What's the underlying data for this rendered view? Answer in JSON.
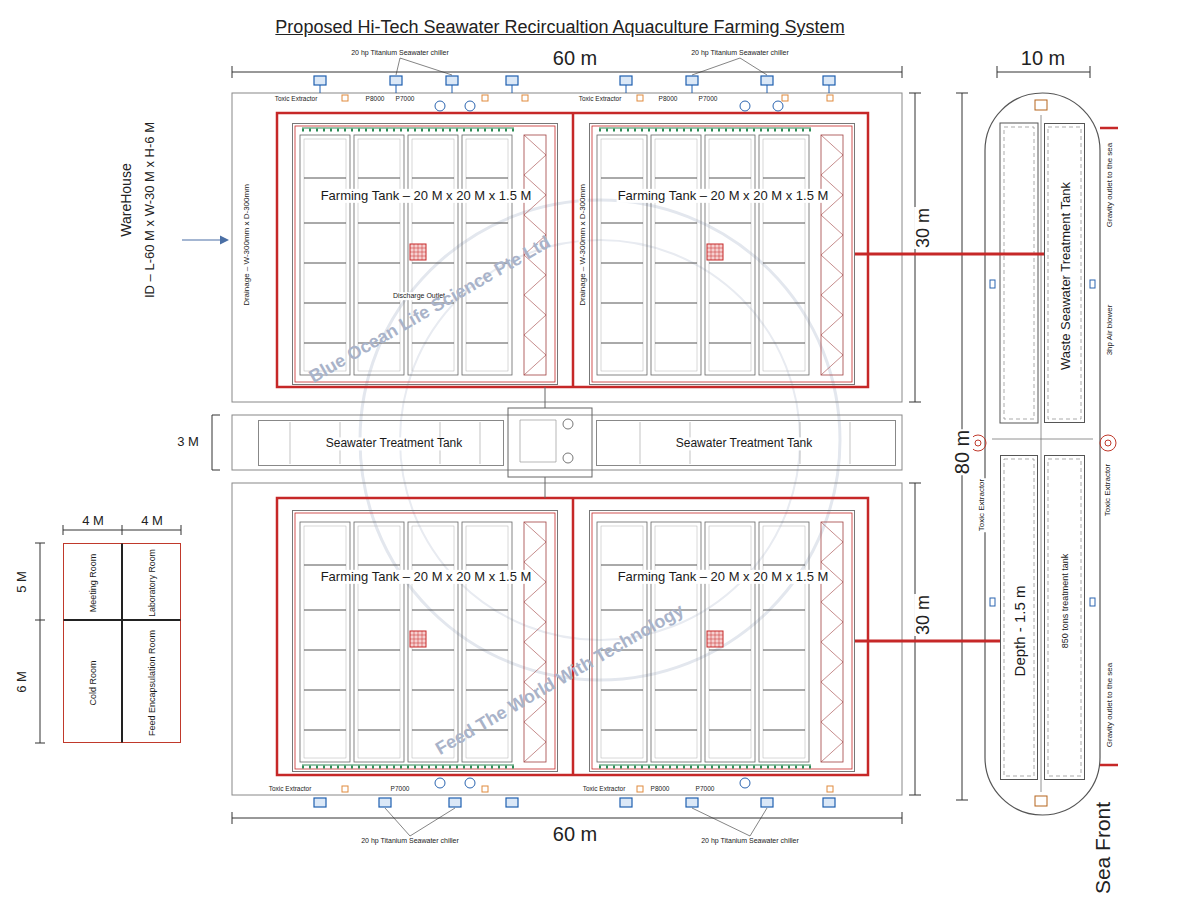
{
  "diagram": {
    "title": "Proposed Hi-Tech Seawater Recircualtion Aquaculture Farming System",
    "nodes": [
      {
        "text": [
          "Farming Tank – 20 M x 20 M x 1.5 M",
          "Discharge Outlet"
        ]
      },
      {
        "text": [
          "Farming Tank – 20 M x 20 M x 1.5 M"
        ]
      },
      {
        "text": [
          "Seawater Treatment Tank"
        ]
      },
      {
        "text": [
          "Seawater Treatment Tank"
        ]
      },
      {
        "text": [
          "Farming Tank – 20 M x 20 M x 1.5 M"
        ]
      },
      {
        "text": [
          "Farming Tank – 20 M x 20 M x 1.5 M"
        ]
      },
      {
        "text": [
          "Waste Seawater Treatment Tank"
        ]
      },
      {
        "text": [
          "Depth - 1.5 m"
        ]
      },
      {
        "text": [
          "850 tons treatment tank"
        ]
      },
      {
        "text": [
          "Meeting Room"
        ]
      },
      {
        "text": [
          "Laboratory Room"
        ]
      },
      {
        "text": [
          "Cold Room"
        ]
      },
      {
        "text": [
          "Feed Encapsulation Room"
        ]
      }
    ],
    "edges": [
      {
        "from": 1,
        "to": 6,
        "arrow": "none"
      },
      {
        "from": 5,
        "to": 7,
        "arrow": "none"
      }
    ],
    "labels": [
      "60 m",
      "20 hp Titanium Seawater chiller",
      "20 hp Titanium Seawater chiller",
      "Toxic Extractor",
      "P8000",
      "P7000",
      "Toxic Extractor",
      "P8000",
      "P7000",
      "WareHouse",
      "ID – L-60 M x W-30 M x H-6 M",
      "Drainage – W-300mm x D-300mm",
      "Drainage – W-300mm x D-300mm",
      "30 m",
      "3 M",
      "80 m",
      "30 m",
      "10 m",
      "Gravity outlet to the sea",
      "3hp Air blower",
      "Toxic Extractor",
      "Toxic Extractor",
      "Gravity outlet to the sea",
      "Sea Front",
      "4 M",
      "4 M",
      "5 M",
      "6 M",
      "Toxic Extractor",
      "P7000",
      "Toxic Extractor",
      "P8000",
      "P7000",
      "60 m",
      "20 hp Titanium Seawater chiller",
      "20 hp Titanium Seawater chiller",
      "Blue Ocean Life Science Pte Ltd",
      "Feed The World With Technology"
    ]
  }
}
